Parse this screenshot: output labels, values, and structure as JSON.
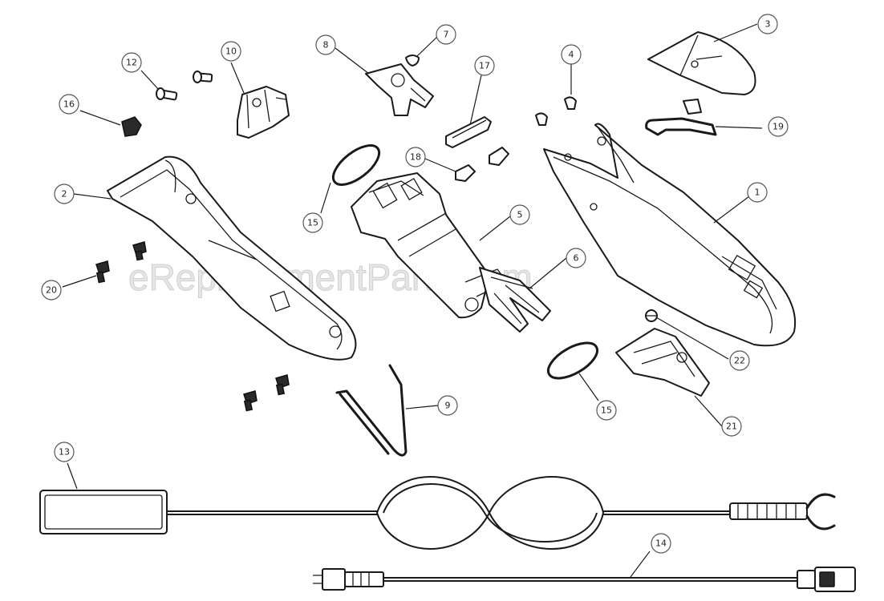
{
  "watermark": "eReplacementParts.com",
  "callouts": {
    "c1": "1",
    "c2": "2",
    "c3": "3",
    "c4": "4",
    "c5": "5",
    "c6": "6",
    "c7": "7",
    "c8": "8",
    "c9": "9",
    "c10": "10",
    "c12": "12",
    "c13": "13",
    "c14": "14",
    "c15a": "15",
    "c15b": "15",
    "c16": "16",
    "c17": "17",
    "c18": "18",
    "c19": "19",
    "c20": "20",
    "c21": "21",
    "c22": "22"
  }
}
